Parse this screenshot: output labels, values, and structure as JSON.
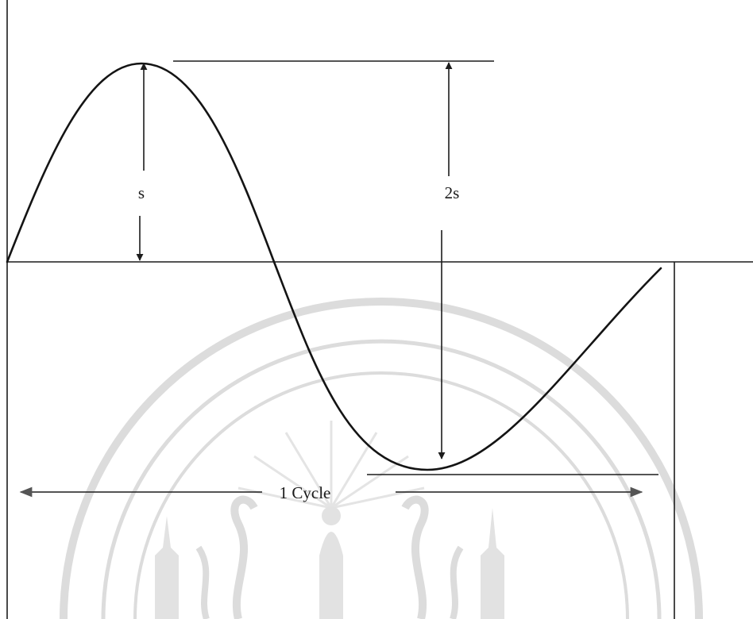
{
  "labels": {
    "amplitude": "s",
    "peak_to_peak": "2s",
    "cycle": "1 Cycle"
  },
  "watermark": {
    "kind": "university-seal",
    "color": "#dcdcdc"
  },
  "colors": {
    "ink": "#141414",
    "background": "#ffffff"
  }
}
